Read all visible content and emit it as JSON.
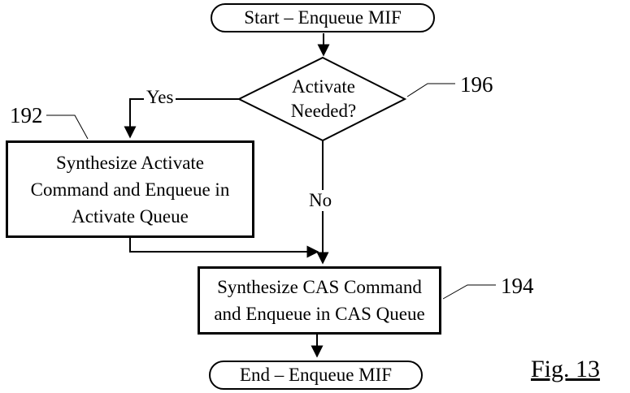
{
  "figure_label": "Fig. 13",
  "colors": {
    "line": "#000000",
    "background": "#ffffff"
  },
  "flowchart": {
    "start_label": "Start – Enqueue MIF",
    "decision": {
      "line1": "Activate",
      "line2": "Needed?"
    },
    "branch_yes": "Yes",
    "branch_no": "No",
    "activate_box": {
      "line1": "Synthesize Activate",
      "line2": "Command and Enqueue in",
      "line3": "Activate Queue"
    },
    "cas_box": {
      "line1": "Synthesize CAS Command",
      "line2": "and Enqueue in CAS Queue"
    },
    "end_label": "End – Enqueue MIF",
    "refs": {
      "activate_box_ref": "192",
      "cas_box_ref": "194",
      "decision_ref": "196"
    }
  }
}
